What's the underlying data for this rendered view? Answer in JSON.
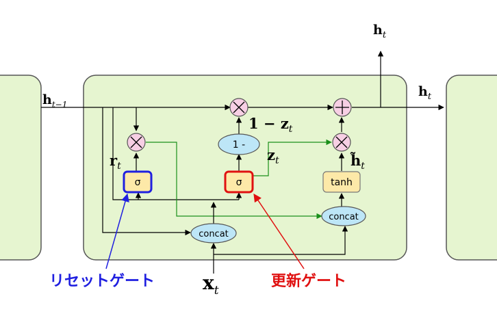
{
  "labels": {
    "h_prev": "h",
    "h_prev_sub": "t−1",
    "h_out_top": "h",
    "h_out_top_sub": "t",
    "h_out_right": "h",
    "h_out_right_sub": "t",
    "one_minus_z": "1 − z",
    "one_minus_z_sub": "t",
    "z": "z",
    "z_sub": "t",
    "r": "r",
    "r_sub": "t",
    "h_tilde": "h̃",
    "h_tilde_sub": "t",
    "x": "x",
    "x_sub": "t"
  },
  "nodes": {
    "sigma_reset": "σ",
    "sigma_update": "σ",
    "tanh": "tanh",
    "one_minus": "1 -",
    "concat_left": "concat",
    "concat_right": "concat"
  },
  "captions": {
    "reset_gate": "リセットゲート",
    "update_gate": "更新ゲート"
  },
  "colors": {
    "cell_fill": "#e6f5d0",
    "gate_fill": "#fde9a8",
    "concat_fill": "#bde6f7",
    "mult_fill": "#f7cfe4",
    "reset_color": "#1f1fe0",
    "update_color": "#e01010",
    "green_line": "#1a8f1a"
  }
}
